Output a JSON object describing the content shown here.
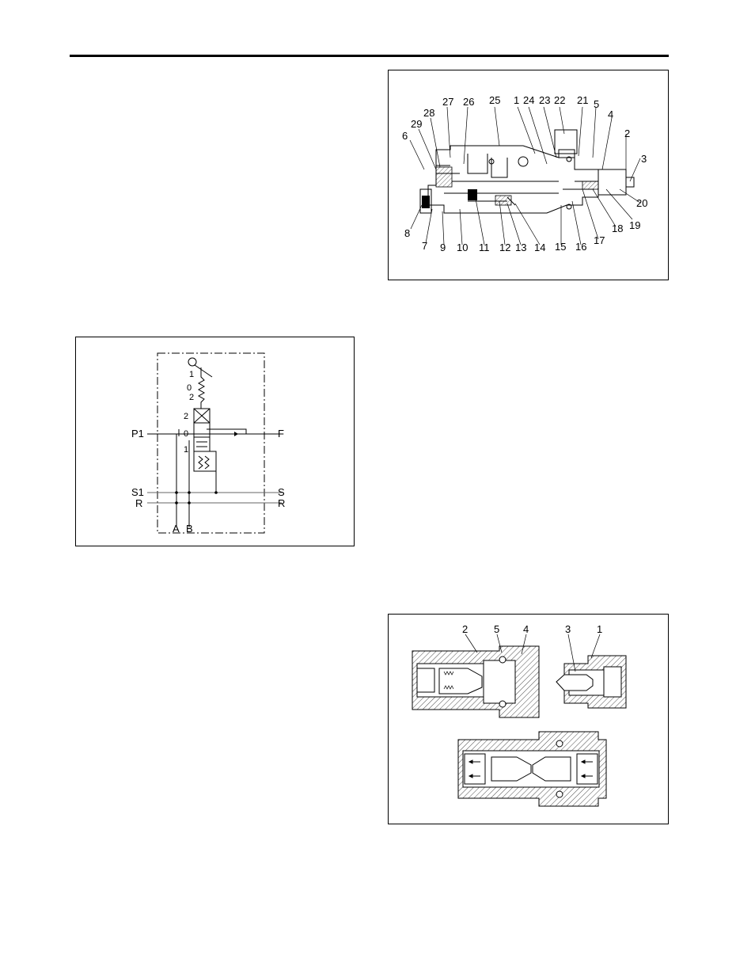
{
  "figures": {
    "valve_section": {
      "callouts_top": [
        "27",
        "26",
        "25",
        "1",
        "24",
        "23",
        "22",
        "21",
        "5",
        "4",
        "2",
        "3",
        "28",
        "29",
        "6"
      ],
      "callouts_bottom": [
        "8",
        "7",
        "9",
        "10",
        "11",
        "12",
        "13",
        "14",
        "15",
        "16",
        "17",
        "18",
        "19",
        "20"
      ]
    },
    "schematic": {
      "positions": [
        "1",
        "0",
        "2",
        "2",
        "0",
        "1"
      ],
      "ports": {
        "p1": "P1",
        "f": "F",
        "s1": "S1",
        "s": "S",
        "r_left": "R",
        "r_right": "R",
        "a": "A",
        "b": "B"
      }
    },
    "coupler": {
      "callouts": [
        "2",
        "5",
        "4",
        "3",
        "1"
      ]
    }
  }
}
